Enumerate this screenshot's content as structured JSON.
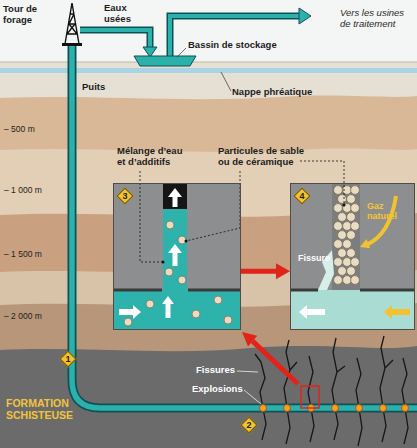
{
  "diagram": {
    "nodes": [
      {
        "text": [
          "3"
        ]
      },
      {
        "text": [
          "4",
          "Gaz naturel",
          "Fissure"
        ]
      }
    ],
    "edges": [
      {
        "from": 0,
        "to": 1,
        "arrow": "to"
      }
    ],
    "labels": [
      "Tour de forage",
      "Eaux usées",
      "Bassin de stockage",
      "Vers les usines de traitement",
      "Nappe phréatique",
      "Puits",
      "– 500 m",
      "– 1 000 m",
      "– 1 500 m",
      "– 2 000 m",
      "Mélange d’eau et d’additifs",
      "Particules de sable ou de céramique",
      "1",
      "Fissures",
      "Explosions",
      "2",
      "FORMATION SCHISTEUSE"
    ]
  }
}
